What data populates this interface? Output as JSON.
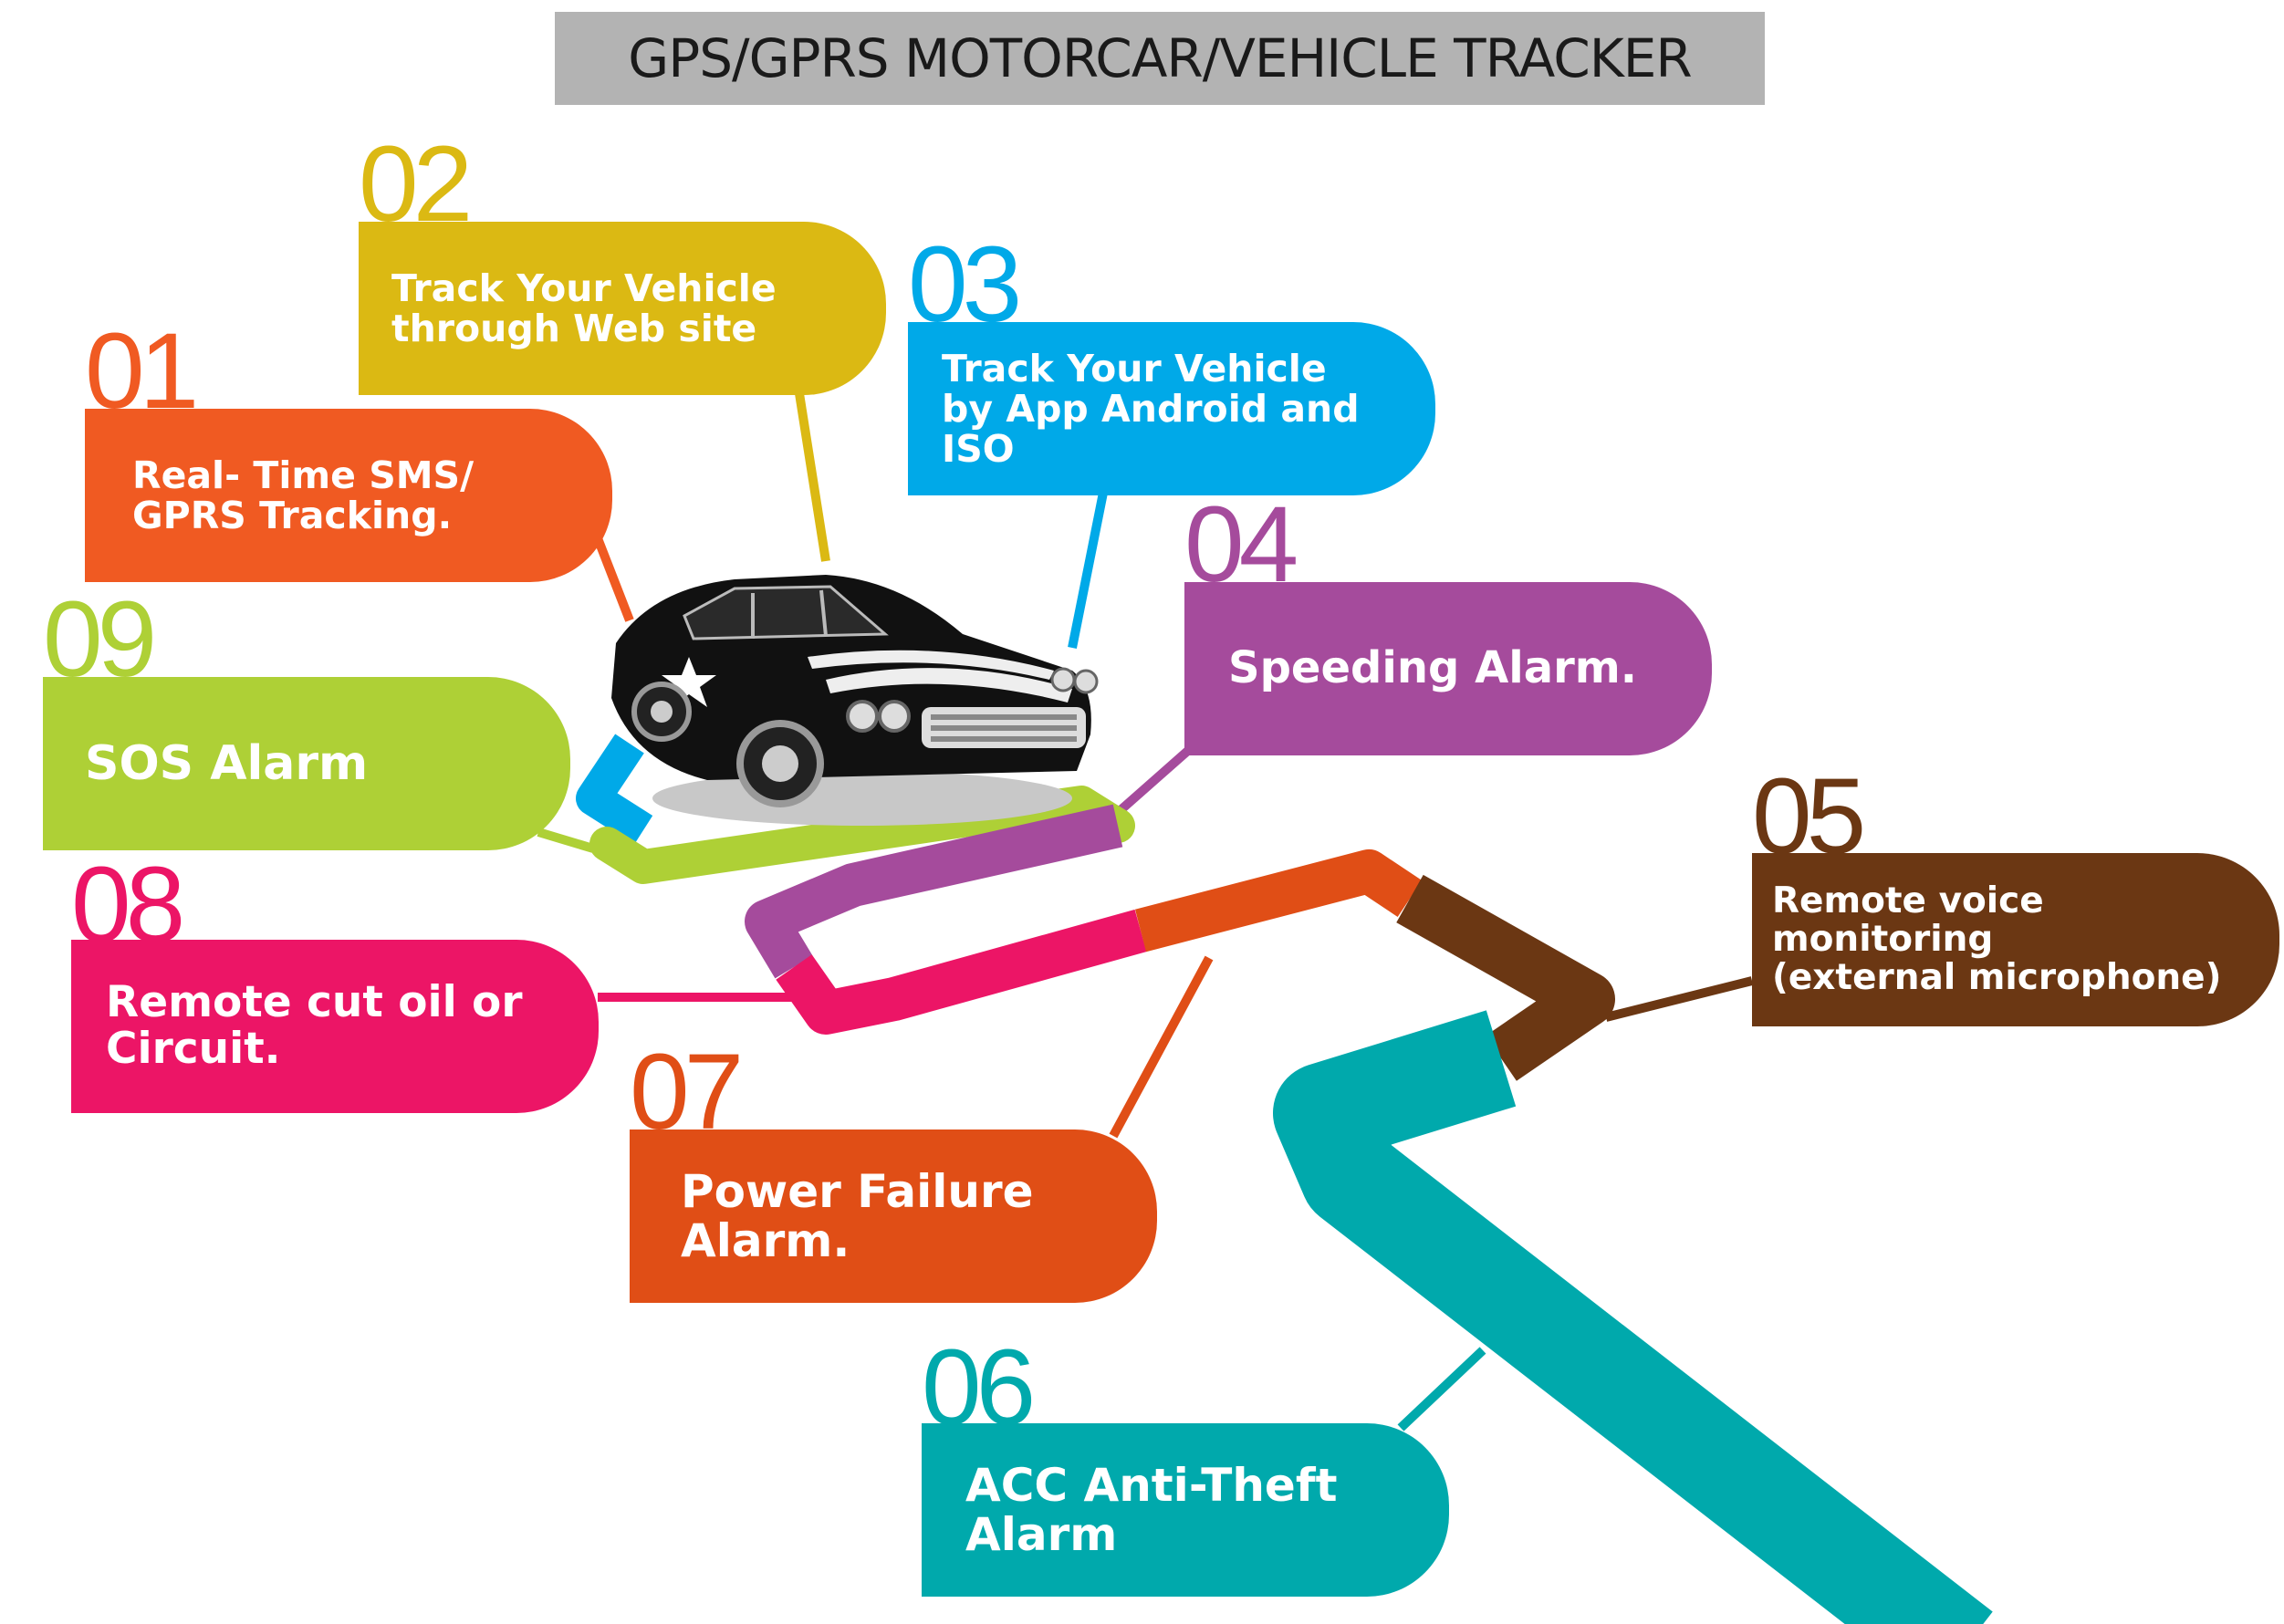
{
  "title": "GPS/GPRS MOTORCAR/VEHICLE TRACKER",
  "features": [
    {
      "number": "01",
      "label": "Real- Time SMS/\nGPRS Tracking.",
      "color": "#f05a22"
    },
    {
      "number": "02",
      "label": "Track Your Vehicle\nthrough Web site",
      "color": "#dbb913"
    },
    {
      "number": "03",
      "label": "Track Your Vehicle\nby App Android and\nISO",
      "color": "#00a9e8"
    },
    {
      "number": "04",
      "label": "Speeding Alarm.",
      "color": "#a54b9c"
    },
    {
      "number": "05",
      "label": "Remote voice\nmonitoring\n(external microphone)",
      "color": "#6b3713"
    },
    {
      "number": "06",
      "label": "ACC Anti-Theft\nAlarm",
      "color": "#00a9ac"
    },
    {
      "number": "07",
      "label": "Power Failure\nAlarm.",
      "color": "#e04e16"
    },
    {
      "number": "08",
      "label": "Remote cut oil or\nCircuit.",
      "color": "#ec1566"
    },
    {
      "number": "09",
      "label": "SOS Alarm",
      "color": "#aed036"
    }
  ],
  "illustration": "classic-car-icon"
}
